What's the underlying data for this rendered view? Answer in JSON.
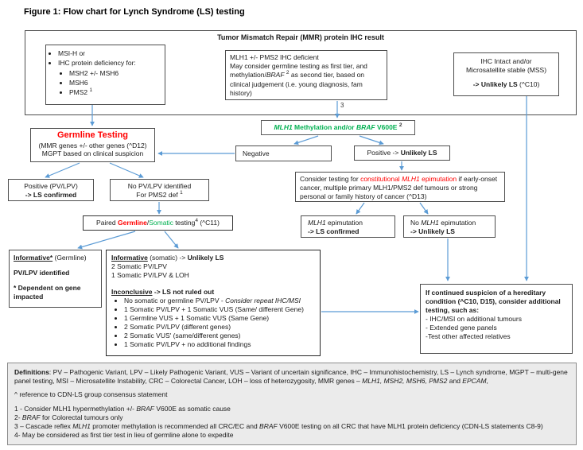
{
  "figure_title": "Figure 1: Flow chart for Lynch Syndrome (LS) testing",
  "colors": {
    "arrow": "#5b9bd5",
    "red": "#ff0000",
    "green": "#00b050"
  },
  "mmr_container": {
    "title": "Tumor Mismatch Repair (MMR) protein IHC result",
    "note3": "3",
    "msi_box": {
      "item1": "MSI-H or",
      "item2": "IHC protein deficiency for:",
      "sub1": "MSH2 +/- MSH6",
      "sub2": "MSH6",
      "sub3": "PMS2 ",
      "sub3_sup": "1"
    },
    "mlh1_box": {
      "line1": "MLH1 +/- PMS2 IHC deficient",
      "line2_a": "May consider germline testing as first tier, and methylation/",
      "line2_braf": "BRAF",
      "line2_sup": "2",
      "line2_b": " as second tier, based on clinical judgement (i.e. young diagnosis, fam history)"
    },
    "intact_box": {
      "line1": "IHC Intact and/or",
      "line2": "Microsatellite stable (MSS)",
      "line3_bold": "-> Unlikely LS",
      "line3_rest": " (^C10)"
    }
  },
  "methylation_box": {
    "mlh1": "MLH1",
    "mid": " Methylation and/or ",
    "braf": "BRAF",
    "end": " V600E ",
    "sup": "2"
  },
  "negative_box": {
    "label": "Negative"
  },
  "positive_unlikely_box": {
    "prefix": "Positive -> ",
    "bold": "Unlikely LS"
  },
  "germline_box": {
    "title": "Germline Testing",
    "line2": "(MMR genes +/- other genes (^D12)",
    "line3": "MGPT based on clinical suspicion"
  },
  "positive_pv_box": {
    "line1": "Positive (PV/LPV)",
    "line2": "-> LS confirmed"
  },
  "no_pv_box": {
    "line1": "No PV/LPV identified",
    "line2": "For PMS2 def ",
    "sup": "1"
  },
  "paired_box": {
    "prefix": "Paired ",
    "germline": "Germline",
    "slash": "/",
    "somatic": "Somatic",
    "testing": " testing",
    "sup": "4",
    "suffix": " (^C11)"
  },
  "consider_box": {
    "prefix": "Consider testing for ",
    "red1": "constitutional ",
    "red_mlh1": "MLH1",
    "red2": " epimutation",
    "rest": " if early-onset cancer, multiple primary MLH1/PMS2 def tumours or strong personal or family history of cancer (^D13)"
  },
  "epimutation_box": {
    "mlh1": "MLH1",
    "line1_rest": " epimutation",
    "line2": "-> LS confirmed"
  },
  "no_epimutation_box": {
    "prefix": "No ",
    "mlh1": "MLH1",
    "line1_rest": " epimutation",
    "line2": "-> Unlikely LS"
  },
  "informative_germline_box": {
    "title": "Informative*",
    "title_rest": " (Germline)",
    "line2": "PV/LPV identified",
    "line3": "* Dependent on gene impacted"
  },
  "somatic_box": {
    "informative_title": "Informative",
    "informative_mid": " (somatic) -> ",
    "informative_bold": "Unlikely LS",
    "line2": "2 Somatic PV/LPV",
    "line3": "1 Somatic PV/LPV & LOH",
    "inconclusive_title": "Inconclusive",
    "inconclusive_rest": " -> LS not ruled out",
    "bullet1_a": "No somatic or germline PV/LPV - ",
    "bullet1_b": "Consider repeat IHC/MSI",
    "bullet2": "1 Somatic PV/LPV + 1 Somatic VUS (Same/ different Gene)",
    "bullet3": "1 Germline VUS + 1 Somatic VUS (Same Gene)",
    "bullet4": "2 Somatic PV/LPV (different genes)",
    "bullet5": "2 Somatic VUS' (same/different genes)",
    "bullet6": "1 Somatic PV/LPV + no additional findings"
  },
  "suspicion_box": {
    "bold": "If continued suspicion of a hereditary condition (^C10, D15), consider additional testing, such as:",
    "line1": "- IHC/MSI on additional tumours",
    "line2": "- Extended gene panels",
    "line3": "-Test other affected relatives"
  },
  "definitions_box": {
    "title": "Definitions",
    "body": ": PV – Pathogenic Variant, LPV – Likely Pathogenic Variant, VUS – Variant of uncertain significance, IHC – Immunohistochemistry, LS – Lynch syndrome, MGPT – multi-gene panel testing, MSI – Microsatellite Instability, CRC – Colorectal Cancer, LOH – loss of heterozygosity, MMR genes – ",
    "genes_italic": "MLH1, MSH2, MSH6, PMS2",
    "genes_and": " and ",
    "epcam": "EPCAM",
    "comma": ",",
    "reference": "^ reference to CDN-LS group consensus statement",
    "fn1_a": "1 - Consider MLH1 hypermethylation +/- ",
    "fn1_braf": "BRAF",
    "fn1_b": " V600E as somatic cause",
    "fn2_a": "2- ",
    "fn2_braf": "BRAF",
    "fn2_b": " for Colorectal tumours only",
    "fn3_a": "3 – Cascade reflex ",
    "fn3_mlh1": "MLH1",
    "fn3_b": " promoter methylation is recommended all CRC/EC and ",
    "fn3_braf": "BRAF",
    "fn3_c": " V600E testing on all CRC that have MLH1 protein deficiency (CDN-LS statements C8-9)",
    "fn4": "4- May be considered as first tier test in lieu of germline alone to expedite"
  }
}
